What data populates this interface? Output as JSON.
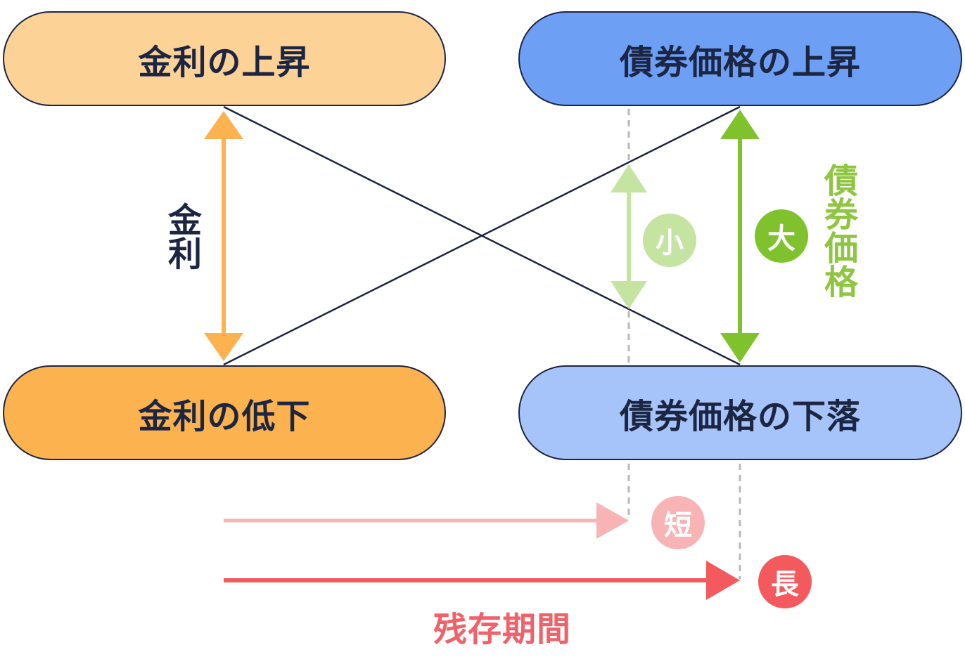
{
  "boxes": {
    "rate_up": "金利の上昇",
    "bond_up": "債券価格の上昇",
    "rate_down": "金利の低下",
    "bond_down": "債券価格の下落"
  },
  "axis_labels": {
    "rate": "金利",
    "bond_price": "債券価格"
  },
  "badges": {
    "small": "小",
    "large": "大",
    "short": "短",
    "long": "長"
  },
  "bottom_label": "残存期間",
  "colors": {
    "dark": "#1c2541",
    "rate_arrow": "#fbb24f",
    "bond_small_arrow": "#c5e4a1",
    "bond_large_arrow": "#80c22d",
    "short_arrow": "#f8b4b4",
    "long_arrow": "#f45a5d"
  }
}
